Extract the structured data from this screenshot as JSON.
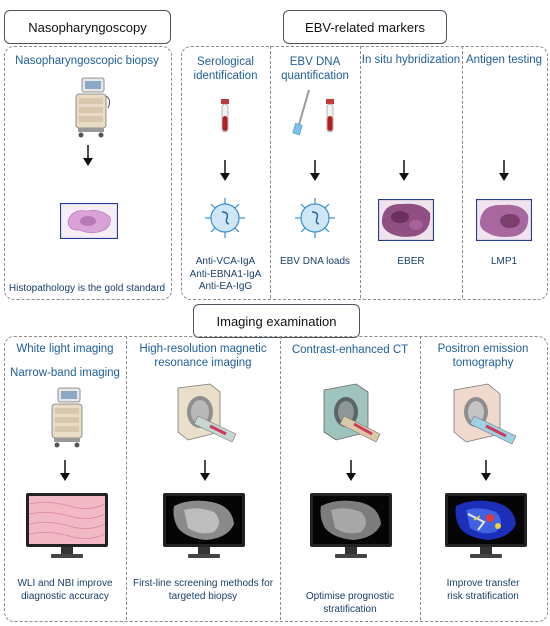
{
  "headers": {
    "naso": "Nasopharyngoscopy",
    "ebv": "EBV-related markers",
    "imaging": "Imaging examination"
  },
  "naso_panel": {
    "title": "Nasopharyngoscopic biopsy",
    "caption": "Histopathology is the gold standard"
  },
  "ebv_panel": {
    "columns": [
      {
        "title_l1": "Serological",
        "title_l2": "identification",
        "cap_l1": "Anti-VCA-IgA",
        "cap_l2": "Anti-EBNA1-IgA",
        "cap_l3": "Anti-EA-IgG"
      },
      {
        "title_l1": "EBV DNA",
        "title_l2": "quantification",
        "cap_l1": "EBV DNA loads"
      },
      {
        "title_l1": "In situ hybridization",
        "cap_l1": "EBER"
      },
      {
        "title_l1": "Antigen testing",
        "cap_l1": "LMP1"
      }
    ]
  },
  "imaging_panel": {
    "columns": [
      {
        "title_l1": "White light imaging",
        "title_l2": "Narrow-band imaging",
        "cap_l1": "WLI and NBI improve",
        "cap_l2": "diagnostic accuracy"
      },
      {
        "title_l1": "High-resolution magnetic",
        "title_l2": "resonance imaging",
        "cap_l1": "First-line screening methods for",
        "cap_l2": "targeted biopsy"
      },
      {
        "title_l1": "Contrast-enhanced CT",
        "cap_l1": "Optimise prognostic stratification"
      },
      {
        "title_l1": "Positron emission",
        "title_l2": "tomography",
        "cap_l1": "Improve transfer",
        "cap_l2": "risk stratification"
      }
    ]
  },
  "colors": {
    "title_blue": "#1f5e9a",
    "caption_blue": "#1a3f6a",
    "tissue_pink": "#c98bc9",
    "tissue_dark": "#7a3f6e",
    "virus_blue": "#3a8fd1"
  }
}
